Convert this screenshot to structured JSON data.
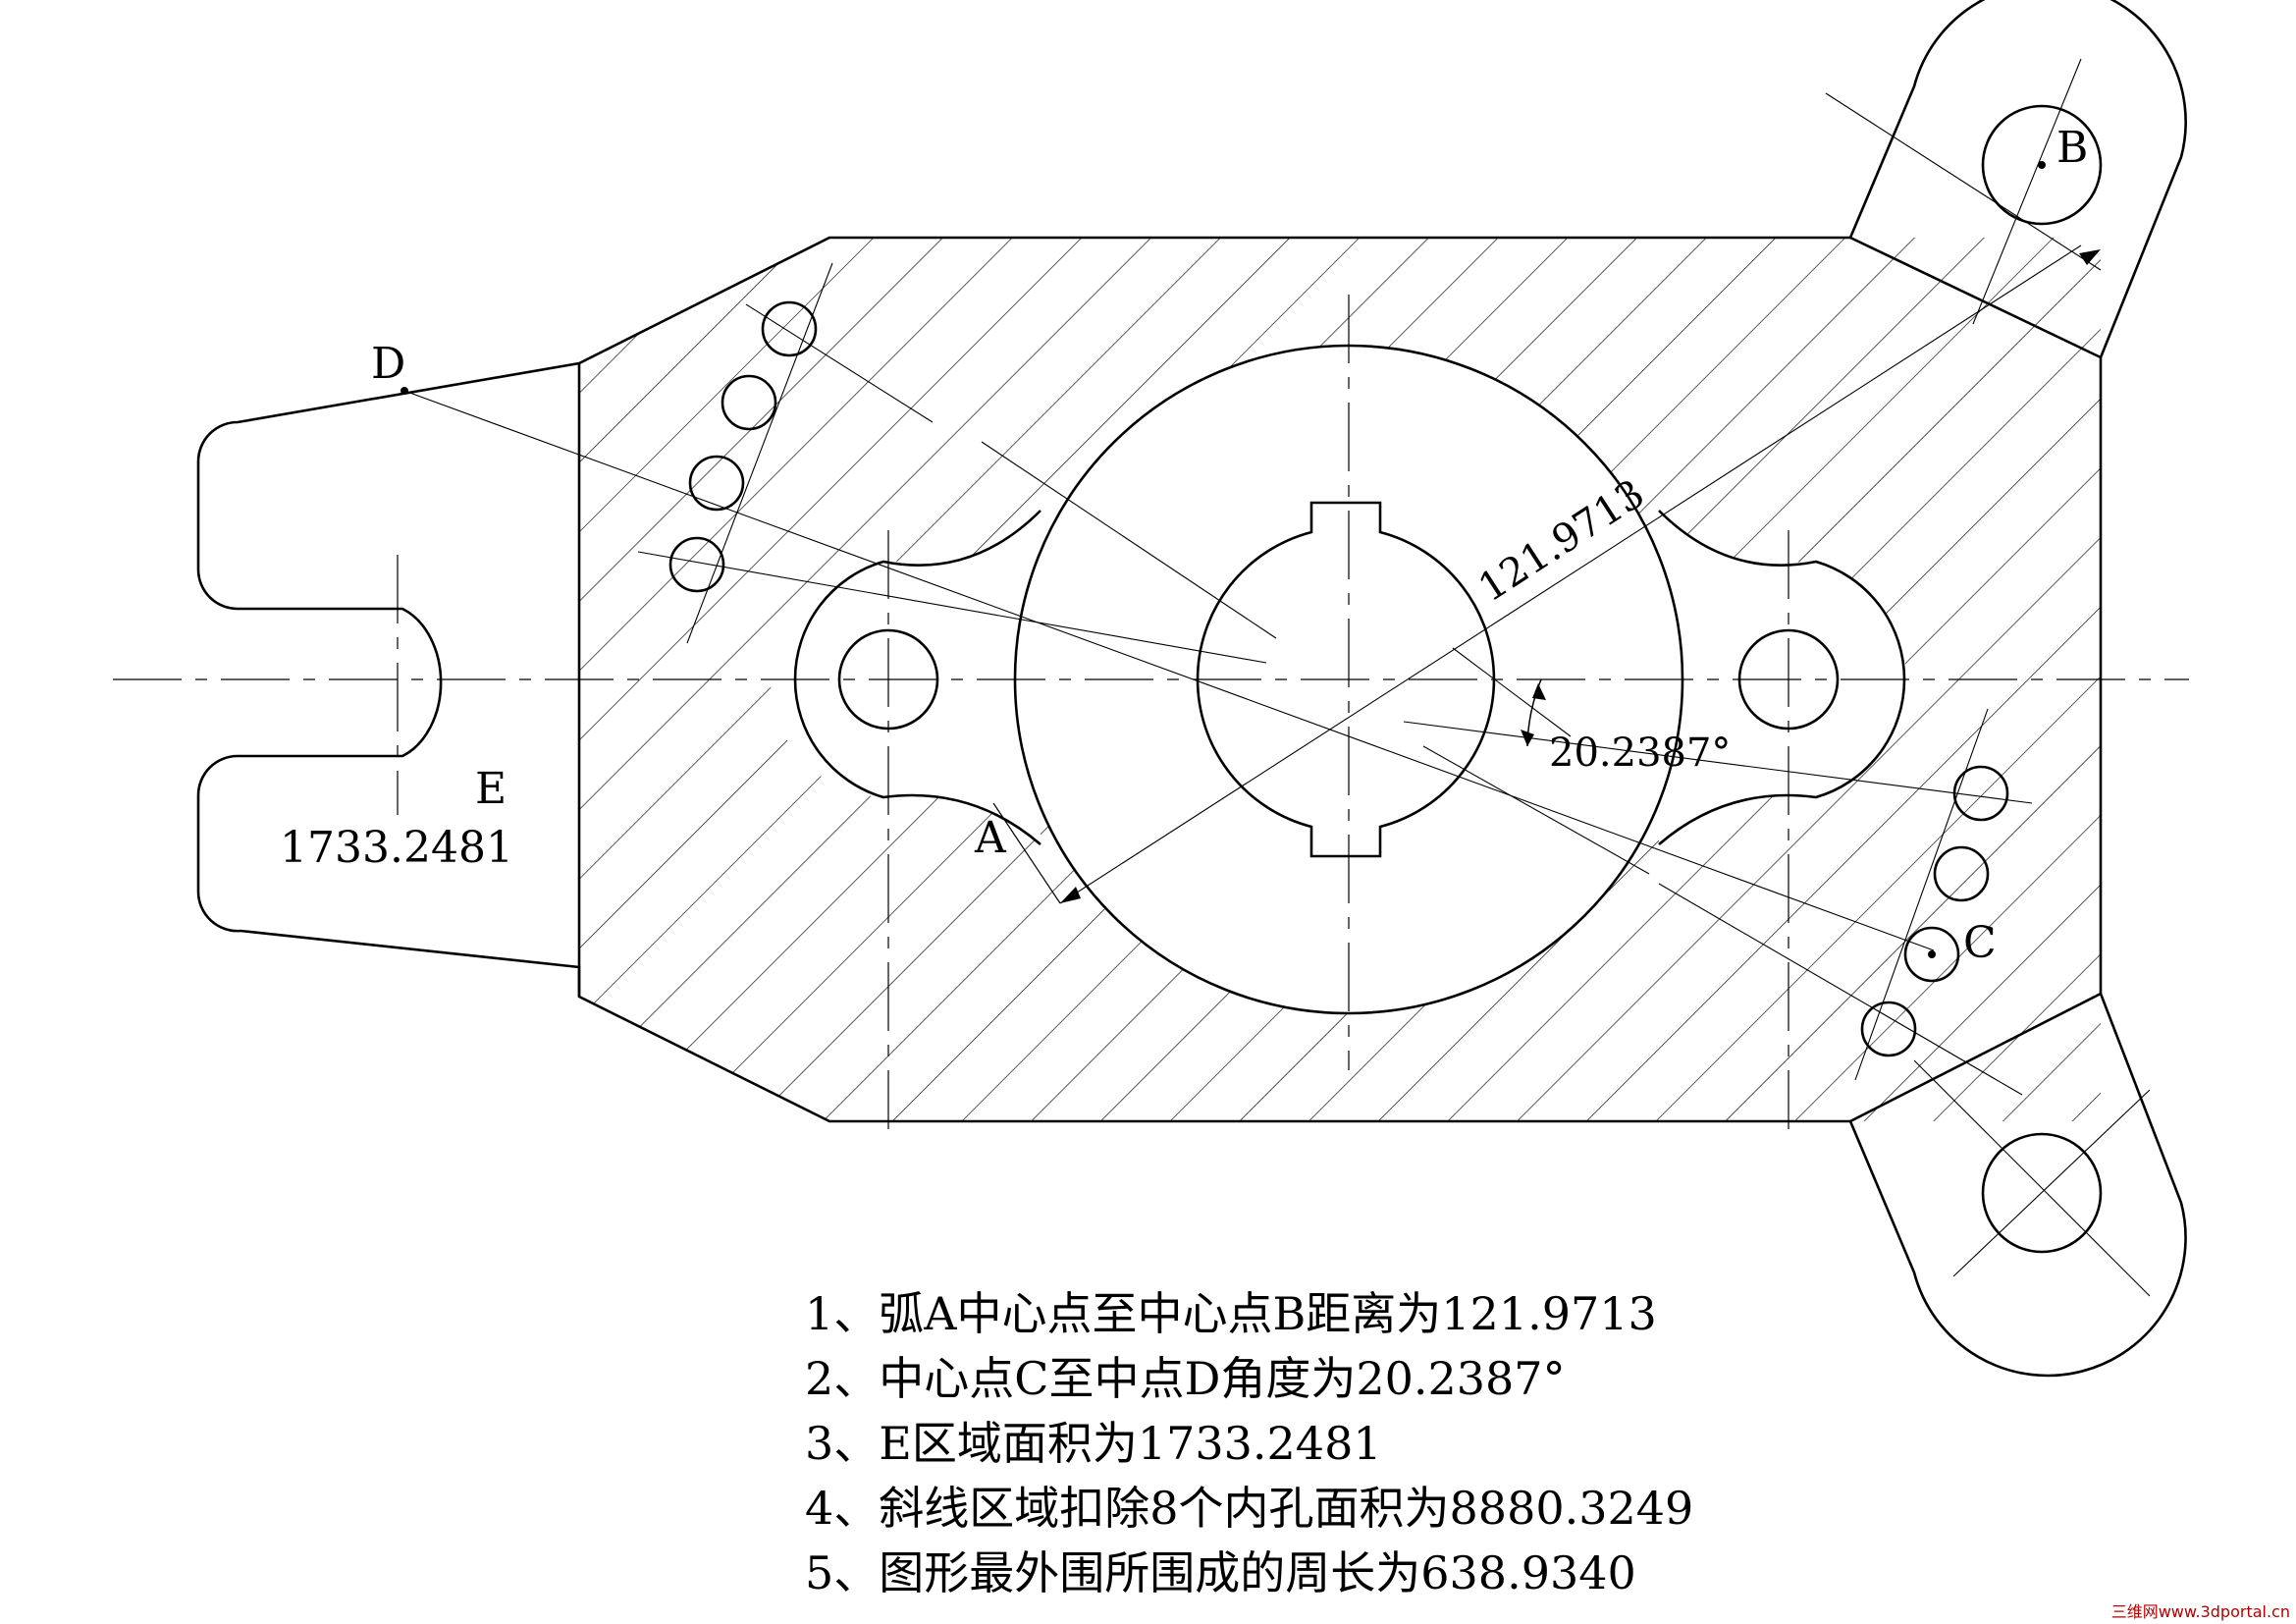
{
  "labels": {
    "point_a": "A",
    "point_b": "B",
    "point_c": "C",
    "point_d": "D",
    "region_e": "E"
  },
  "dimensions": {
    "distance_ab": "121.9713",
    "angle_cd": "20.2387°",
    "area_e": "1733.2481"
  },
  "notes": [
    "1、弧A中心点至中心点B距离为121.9713",
    "2、中心点C至中点D角度为20.2387°",
    "3、E区域面积为1733.2481",
    "4、斜线区域扣除8个内孔面积为8880.3249",
    "5、图形最外围所围成的周长为638.9340"
  ],
  "watermark": "三维网www.3dportal.cn"
}
